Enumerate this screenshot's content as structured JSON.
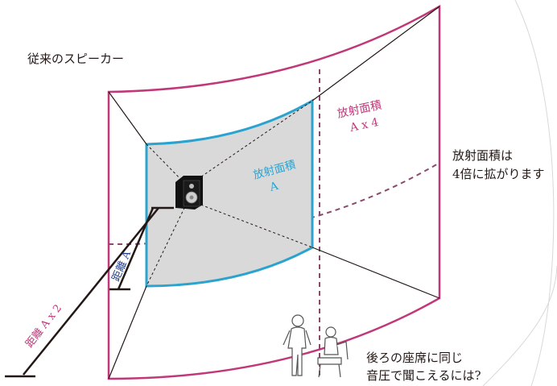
{
  "title": "従来のスピーカー",
  "outer_label": {
    "line1": "放射面積",
    "line2": "A x 4"
  },
  "inner_label": {
    "line1": "放射面積",
    "line2": "A"
  },
  "right_note": {
    "line1": "放射面積は",
    "line2": "4倍に拡がります"
  },
  "bottom_note": {
    "line1": "後ろの座席に同じ",
    "line2": "音圧で聞こえるには?"
  },
  "distance_a": "距離 A",
  "distance_a2": "距離 A x 2",
  "colors": {
    "pink": "#c0387a",
    "blue": "#2aa3cf",
    "purple_dashed": "#8a4a6e",
    "panel_fill": "#d9d9d9",
    "text": "#231815",
    "background_curve": "#d8d8d8"
  },
  "icons": [
    "speaker-icon",
    "standing-person-icon",
    "seated-person-icon"
  ]
}
